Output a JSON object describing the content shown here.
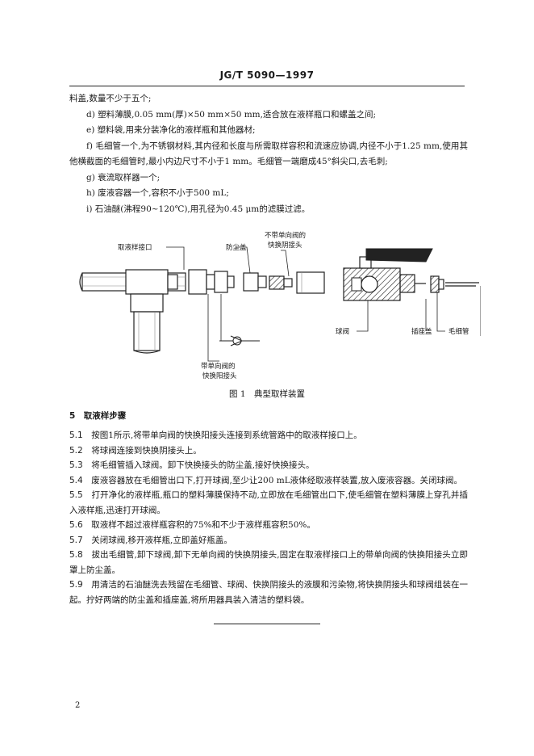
{
  "header": "JG/T 5090—1997",
  "list_items": [
    {
      "id": "c_cont",
      "text": "料盖,数量不少于五个;"
    },
    {
      "id": "d",
      "text": "d) 塑料薄膜,0.05 mm(厚)×50 mm×50 mm,适合放在液样瓶口和螺盖之间;"
    },
    {
      "id": "e",
      "text": "e) 塑料袋,用来分装净化的液样瓶和其他器材;"
    },
    {
      "id": "f",
      "text": "f) 毛细管一个,为不锈钢材料,其内径和长度与所需取样容积和流速应协调,内径不小于1.25 mm,使用其他横截面的毛细管时,最小内边尺寸不小于1 mm。毛细管一端磨成45°斜尖口,去毛刺;"
    },
    {
      "id": "g",
      "text": "g) 衰流取样器一个;"
    },
    {
      "id": "h",
      "text": "h) 废液容器一个,容积不小于500 mL;"
    },
    {
      "id": "i",
      "text": "i) 石油醚(沸程90~120℃),用孔径为0.45 μm的滤膜过滤。"
    }
  ],
  "figure": {
    "labels": {
      "sample_port": "取液样接口",
      "dust_cap": "防尘盖",
      "female_coupling_line1": "不带单向阀的",
      "female_coupling_line2": "快换阴接头",
      "male_coupling_line1": "带单向阀的",
      "male_coupling_line2": "快换阳接头",
      "ball_valve": "球阀",
      "plug_cap": "插座盖",
      "capillary": "毛细管"
    },
    "caption": "图 1　典型取样装置"
  },
  "section": {
    "title": "5　取液样步骤"
  },
  "steps": [
    {
      "num": "5.1",
      "text": "按图1所示,将带单向阀的快换阳接头连接到系统管路中的取液样接口上。"
    },
    {
      "num": "5.2",
      "text": "将球阀连接到快换阴接头上。"
    },
    {
      "num": "5.3",
      "text": "将毛细管插入球阀。卸下快换接头的防尘盖,接好快换接头。"
    },
    {
      "num": "5.4",
      "text": "废液容器放在毛细管出口下,打开球阀,至少让200 mL液体经取液样装置,放入废液容器。关闭球阀。"
    },
    {
      "num": "5.5",
      "text": "打开净化的液样瓶,瓶口的塑料薄膜保持不动,立即放在毛细管出口下,使毛细管在塑料薄膜上穿孔并插入液样瓶,迅速打开球阀。"
    },
    {
      "num": "5.6",
      "text": "取液样不超过液样瓶容积的75%和不少于液样瓶容积50%。"
    },
    {
      "num": "5.7",
      "text": "关闭球阀,移开液样瓶,立即盖好瓶盖。"
    },
    {
      "num": "5.8",
      "text": "拔出毛细管,卸下球阀,卸下无单向阀的快换阴接头,固定在取液样接口上的带单向阀的快换阳接头立即罩上防尘盖。"
    },
    {
      "num": "5.9",
      "text": "用清洁的石油醚洗去残留在毛细管、球阀、快换阴接头的液膜和污染物,将快换阴接头和球阀组装在一起。拧好两端的防尘盖和插座盖,将所用器具装入清洁的塑料袋。"
    }
  ],
  "page_number": "2"
}
